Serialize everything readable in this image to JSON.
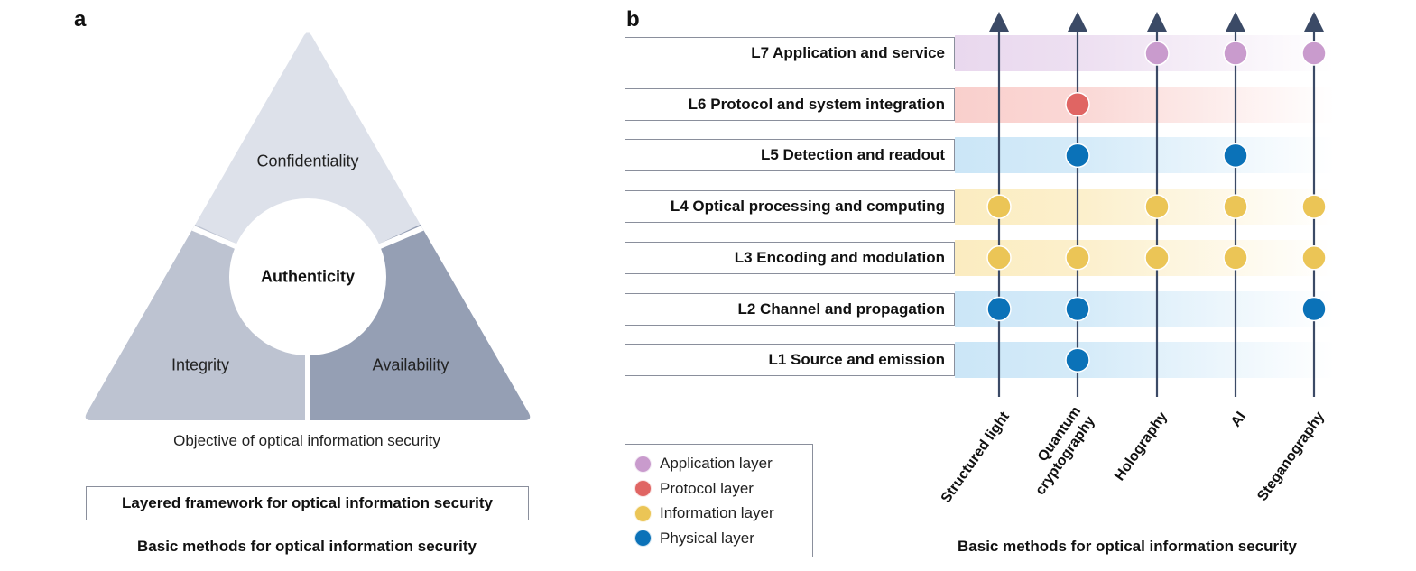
{
  "panel_a": {
    "label": "a",
    "segments": {
      "top": "Confidentiality",
      "left": "Integrity",
      "right": "Availability",
      "center": "Authenticity"
    },
    "colors": {
      "top": "#dde1ea",
      "left": "#bdc3d1",
      "right": "#959fb4",
      "center": "#ffffff"
    },
    "objective": "Objective of optical information security",
    "framework": "Layered framework for optical information security",
    "methods_title": "Basic methods for optical information security"
  },
  "panel_b": {
    "label": "b",
    "layers": [
      {
        "label": "L7 Application and service",
        "category": "application"
      },
      {
        "label": "L6 Protocol and system integration",
        "category": "protocol"
      },
      {
        "label": "L5 Detection and readout",
        "category": "physical"
      },
      {
        "label": "L4 Optical processing and computing",
        "category": "information"
      },
      {
        "label": "L3 Encoding and modulation",
        "category": "information"
      },
      {
        "label": "L2 Channel and propagation",
        "category": "physical"
      },
      {
        "label": "L1 Source and emission",
        "category": "physical"
      }
    ],
    "methods": [
      {
        "label": "Structured light",
        "layers": [
          "L4",
          "L3",
          "L2"
        ]
      },
      {
        "label": "Quantum\ncryptography",
        "layers": [
          "L6",
          "L5",
          "L3",
          "L2",
          "L1"
        ]
      },
      {
        "label": "Holography",
        "layers": [
          "L7",
          "L4",
          "L3"
        ]
      },
      {
        "label": "AI",
        "layers": [
          "L7",
          "L5",
          "L4",
          "L3"
        ]
      },
      {
        "label": "Steganography",
        "layers": [
          "L7",
          "L4",
          "L3",
          "L2"
        ]
      }
    ],
    "legend": [
      {
        "label": "Application layer",
        "color": "#c99bcd"
      },
      {
        "label": "Protocol layer",
        "color": "#e06563"
      },
      {
        "label": "Information layer",
        "color": "#ebc556"
      },
      {
        "label": "Physical layer",
        "color": "#0b72b8"
      }
    ],
    "band_colors": {
      "application": "#e9d8ee",
      "protocol": "#f9cfcc",
      "information": "#fbecc0",
      "physical": "#cbe6f7"
    },
    "arrow_color": "#3b4a66",
    "methods_title": "Basic methods for optical information security"
  }
}
